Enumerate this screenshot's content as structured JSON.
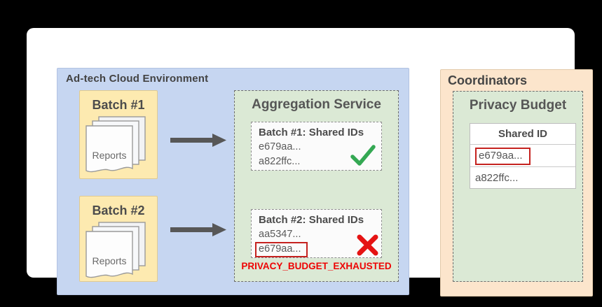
{
  "adtech": {
    "title": "Ad-tech Cloud Environment",
    "batch1": {
      "title": "Batch #1",
      "doc_label": "Reports"
    },
    "batch2": {
      "title": "Batch #2",
      "doc_label": "Reports"
    },
    "aggregation": {
      "title": "Aggregation Service",
      "batch1_result": {
        "title": "Batch #1: Shared IDs",
        "ids": [
          "e679aa...",
          "a822ffc..."
        ],
        "status": "success",
        "status_icon": "checkmark-icon"
      },
      "batch2_result": {
        "title": "Batch #2: Shared IDs",
        "ids": [
          "aa5347...",
          "e679aa..."
        ],
        "highlighted_id": "e679aa...",
        "status": "failure",
        "status_icon": "x-icon",
        "error_label": "PRIVACY_BUDGET_EXHAUSTED"
      }
    }
  },
  "coordinators": {
    "title": "Coordinators",
    "privacy_budget": {
      "title": "Privacy Budget",
      "table": {
        "header": "Shared ID",
        "rows": [
          {
            "id": "e679aa...",
            "highlighted": true
          },
          {
            "id": "a822ffc...",
            "highlighted": false
          }
        ]
      }
    }
  },
  "colors": {
    "background": "#000000",
    "card": "#ffffff",
    "adtech_panel_blue": "#c6d6f1",
    "batch_box_yellow": "#fdeab0",
    "service_panel_green": "#dbe9d5",
    "coordinators_panel_orange": "#fce5cc",
    "success_green": "#34a853",
    "failure_red": "#e51313",
    "highlight_box_red": "#c5221f",
    "error_text_red": "#ee0404",
    "arrow_gray": "#575757",
    "title_gray": "#4c4c4c"
  }
}
